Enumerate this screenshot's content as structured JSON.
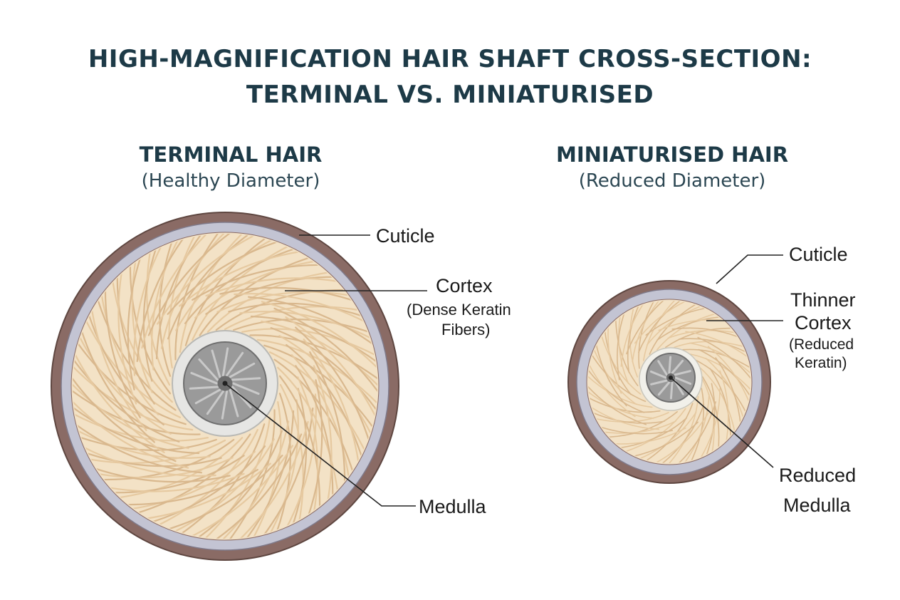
{
  "title": {
    "line1": "HIGH-MAGNIFICATION HAIR SHAFT CROSS-SECTION:",
    "line2": "TERMINAL VS. MINIATURISED"
  },
  "terminal": {
    "heading": "TERMINAL HAIR",
    "subheading": "(Healthy Diameter)",
    "labels": {
      "cuticle": "Cuticle",
      "cortex": "Cortex",
      "cortex_note_1": "(Dense Keratin",
      "cortex_note_2": "Fibers)",
      "medulla": "Medulla"
    }
  },
  "miniaturised": {
    "heading": "MINIATURISED HAIR",
    "subheading": "(Reduced Diameter)",
    "labels": {
      "cuticle": "Cuticle",
      "cortex_1": "Thinner",
      "cortex_2": "Cortex",
      "cortex_note_1": "(Reduced",
      "cortex_note_2": "Keratin)",
      "medulla_1": "Reduced",
      "medulla_2": "Medulla"
    }
  },
  "colors": {
    "title": "#1d3a47",
    "cuticle_outer": "#8a6b65",
    "cuticle_inner": "#c3c4d3",
    "cortex_fill": "#efd9b8",
    "fiber": "#d9b88e",
    "medulla_ring": "#dcdcdc",
    "medulla_core": "#8e8e8e"
  }
}
